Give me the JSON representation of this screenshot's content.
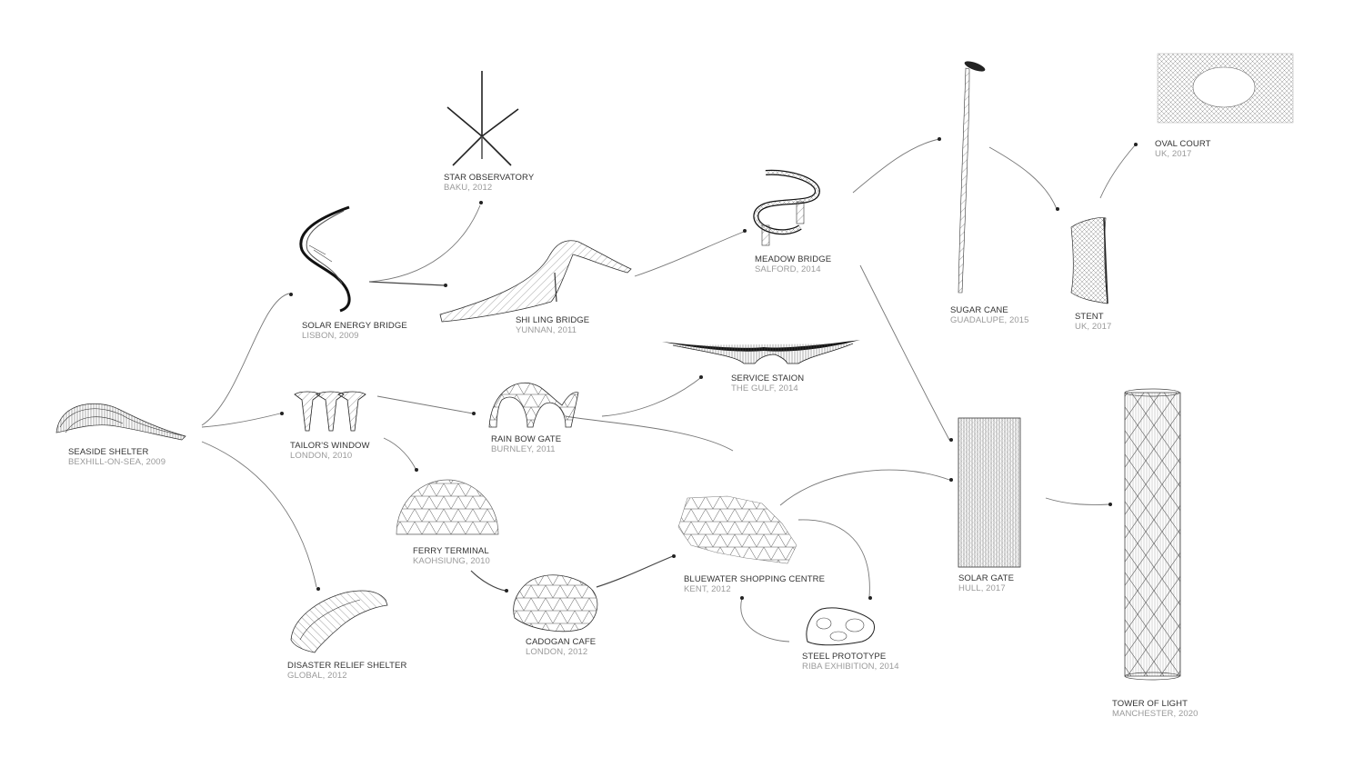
{
  "projects": [
    {
      "title": "SEASIDE SHELTER",
      "subtitle": "BEXHILL-ON-SEA, 2009"
    },
    {
      "title": "SOLAR ENERGY BRIDGE",
      "subtitle": "LISBON, 2009"
    },
    {
      "title": "STAR OBSERVATORY",
      "subtitle": "BAKU, 2012"
    },
    {
      "title": "SHI LING BRIDGE",
      "subtitle": "YUNNAN, 2011"
    },
    {
      "title": "MEADOW BRIDGE",
      "subtitle": "SALFORD, 2014"
    },
    {
      "title": "TAILOR'S WINDOW",
      "subtitle": "LONDON, 2010"
    },
    {
      "title": "RAIN BOW GATE",
      "subtitle": "BURNLEY, 2011"
    },
    {
      "title": "SERVICE STAION",
      "subtitle": "THE GULF, 2014"
    },
    {
      "title": "FERRY TERMINAL",
      "subtitle": "KAOHSIUNG, 2010"
    },
    {
      "title": "CADOGAN CAFE",
      "subtitle": "LONDON, 2012"
    },
    {
      "title": "BLUEWATER SHOPPING CENTRE",
      "subtitle": "KENT, 2012"
    },
    {
      "title": "STEEL PROTOTYPE",
      "subtitle": "RIBA EXHIBITION, 2014"
    },
    {
      "title": "DISASTER RELIEF SHELTER",
      "subtitle": "GLOBAL, 2012"
    },
    {
      "title": "SUGAR CANE",
      "subtitle": "GUADALUPE, 2015"
    },
    {
      "title": "STENT",
      "subtitle": "UK, 2017"
    },
    {
      "title": "OVAL COURT",
      "subtitle": "UK, 2017"
    },
    {
      "title": "SOLAR GATE",
      "subtitle": "HULL, 2017"
    },
    {
      "title": "TOWER OF LIGHT",
      "subtitle": "MANCHESTER, 2020"
    }
  ]
}
